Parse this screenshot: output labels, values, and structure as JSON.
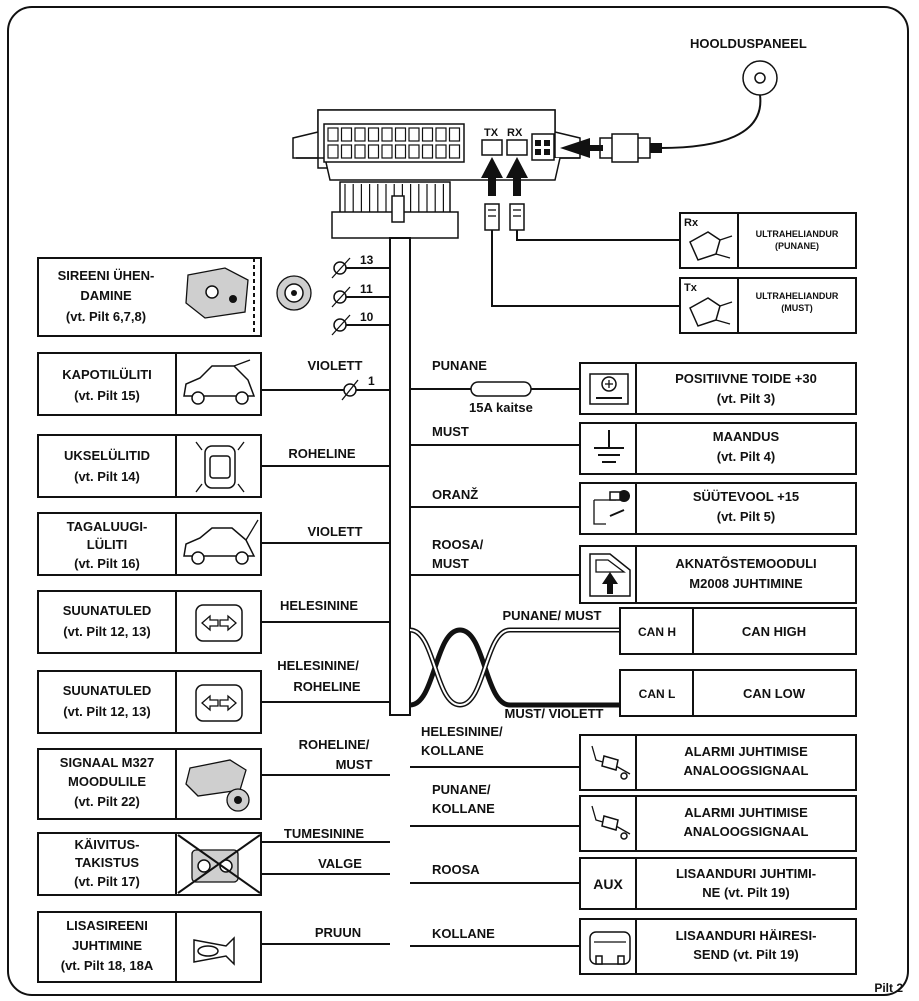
{
  "figure_label": "Pilt 2",
  "service_panel": "HOOLDUSPANEEL",
  "tx": "TX",
  "rx": "RX",
  "ultrasonic": {
    "rx_tag": "Rx",
    "rx_l1": "ULTRAHELIANDUR",
    "rx_l2": "(PUNANE)",
    "tx_tag": "Tx",
    "tx_l1": "ULTRAHELIANDUR",
    "tx_l2": "(MUST)"
  },
  "pins": {
    "p13": "13",
    "p11": "11",
    "p10": "10",
    "p1": "1"
  },
  "left": {
    "siren": [
      "SIREENI ÜHEN-",
      "DAMINE",
      "(vt. Pilt 6,7,8)"
    ],
    "hood": [
      "KAPOTILÜLITI",
      "(vt. Pilt 15)"
    ],
    "hood_wire": "VIOLETT",
    "door": [
      "UKSELÜLITID",
      "(vt. Pilt 14)"
    ],
    "door_wire": "ROHELINE",
    "trunk": [
      "TAGALUUGI-",
      "LÜLITI",
      "(vt. Pilt 16)"
    ],
    "trunk_wire": "VIOLETT",
    "turn1": [
      "SUUNATULED",
      "(vt. Pilt 12, 13)"
    ],
    "turn1_wire": "HELESININE",
    "turn2": [
      "SUUNATULED",
      "(vt. Pilt 12, 13)"
    ],
    "turn2_wire": [
      "HELESININE/",
      "ROHELINE"
    ],
    "signal": [
      "SIGNAAL M327",
      "MOODULILE",
      "(vt. Pilt 22)"
    ],
    "signal_wire": [
      "ROHELINE/",
      "MUST"
    ],
    "immob": [
      "KÄIVITUS-",
      "TAKISTUS",
      "(vt. Pilt 17)"
    ],
    "immob_wire1": "TUMESININE",
    "immob_wire2": "VALGE",
    "addsiren": [
      "LISASIREENI",
      "JUHTIMINE",
      "(vt. Pilt 18, 18A"
    ],
    "addsiren_wire": "PRUUN"
  },
  "right": {
    "power_wire": "PUNANE",
    "fuse": "15A kaitse",
    "power": [
      "POSITIIVNE TOIDE +30",
      "(vt. Pilt 3)"
    ],
    "ground_wire": "MUST",
    "ground": [
      "MAANDUS",
      "(vt. Pilt 4)"
    ],
    "ign_wire": "ORANŽ",
    "ign": [
      "SÜÜTEVOOL +15",
      "(vt. Pilt 5)"
    ],
    "win_wire": [
      "ROOSA/",
      "MUST"
    ],
    "win": [
      "AKNATÕSTEMOODULI",
      "M2008 JUHTIMINE"
    ],
    "canh_wire": "PUNANE/ MUST",
    "canh_tag": "CAN H",
    "canh": "CAN HIGH",
    "canl_wire": "MUST/ VIOLETT",
    "canl_tag": "CAN L",
    "canl": "CAN LOW",
    "alarm1_wire": [
      "HELESININE/",
      "KOLLANE"
    ],
    "alarm1": [
      "ALARMI JUHTIMISE",
      "ANALOOGSIGNAAL"
    ],
    "alarm2_wire": [
      "PUNANE/",
      "KOLLANE"
    ],
    "alarm2": [
      "ALARMI JUHTIMISE",
      "ANALOOGSIGNAAL"
    ],
    "aux_wire": "ROOSA",
    "aux_tag": "AUX",
    "aux": [
      "LISAANDURI JUHTIMI-",
      "NE (vt. Pilt 19)"
    ],
    "yel_wire": "KOLLANE",
    "yel": [
      "LISAANDURI HÄIRESI-",
      "SEND (vt. Pilt 19)"
    ]
  }
}
